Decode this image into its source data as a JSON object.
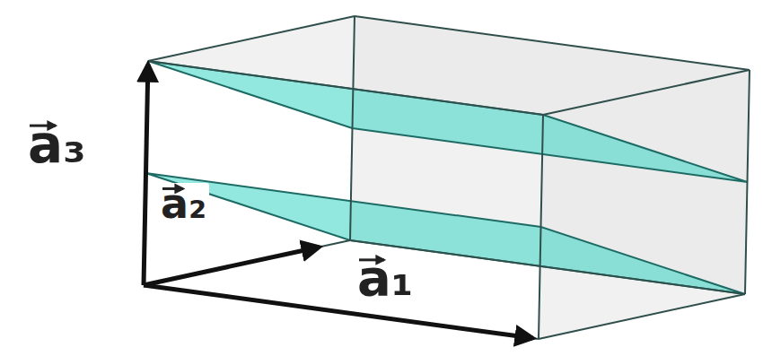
{
  "diagram": {
    "labels": [
      "a₃",
      "a₂",
      "a₁"
    ]
  }
}
